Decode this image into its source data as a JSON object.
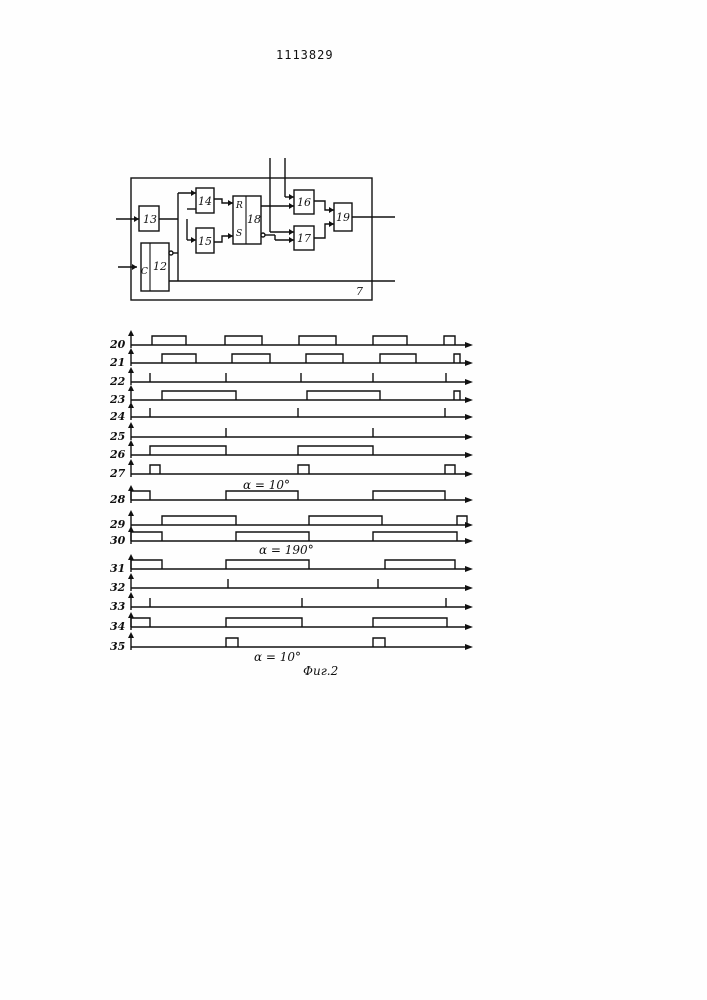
{
  "page_number": "1113829",
  "circuit": {
    "outer_block_label": "7",
    "blocks": [
      {
        "id": "b12",
        "label": "12"
      },
      {
        "id": "b13",
        "label": "13"
      },
      {
        "id": "b14",
        "label": "14"
      },
      {
        "id": "b15",
        "label": "15"
      },
      {
        "id": "b16",
        "label": "16"
      },
      {
        "id": "b17",
        "label": "17"
      },
      {
        "id": "b18",
        "label": "18"
      },
      {
        "id": "b19",
        "label": "19"
      }
    ],
    "pins": {
      "r": "R",
      "s": "S",
      "c": "C"
    }
  },
  "timing": {
    "rows": [
      "20",
      "21",
      "22",
      "23",
      "24",
      "25",
      "26",
      "27",
      "28",
      "29",
      "30",
      "31",
      "32",
      "33",
      "34",
      "35"
    ],
    "annotations": [
      "α = 10°",
      "α = 190°",
      "α = 10°"
    ],
    "caption": "Фиг.2"
  }
}
